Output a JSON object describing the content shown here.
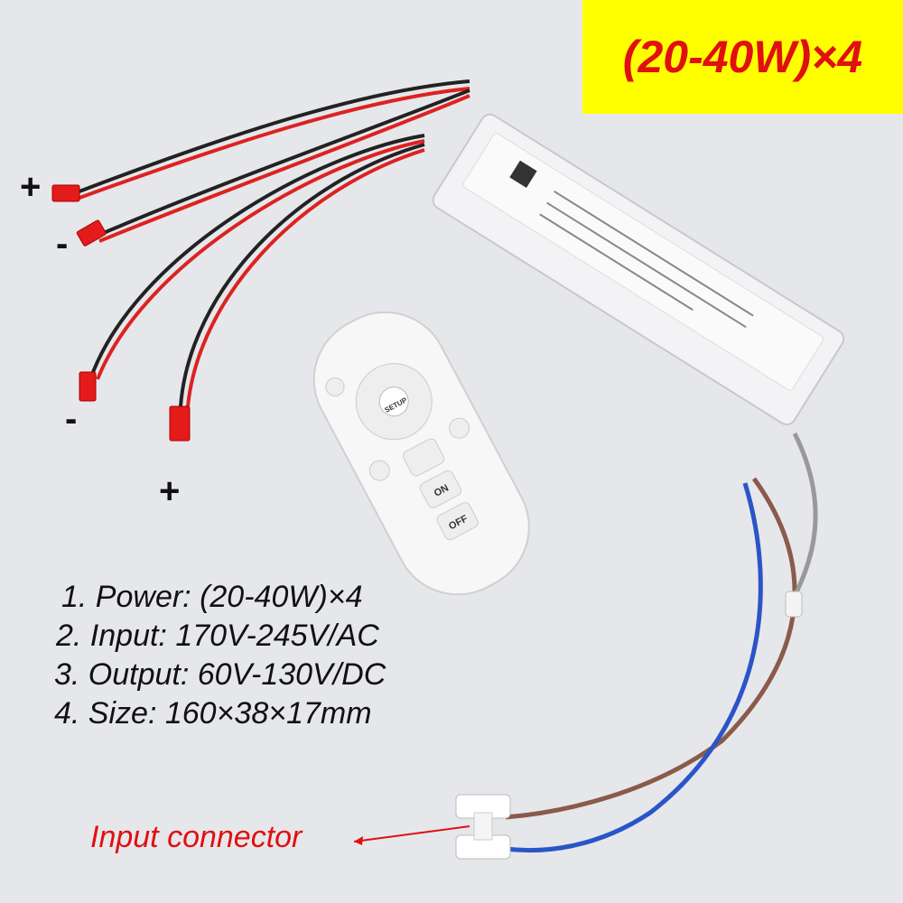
{
  "badge": {
    "text": "(20-40W)×4",
    "background": "#ffff00",
    "color": "#e01010"
  },
  "terminals": {
    "plus": "+",
    "minus": "-"
  },
  "specs": [
    "1. Power: (20-40W)×4",
    "2. Input: 170V-245V/AC",
    "3. Output: 60V-130V/DC",
    "4. Size: 160×38×17mm"
  ],
  "connector_label": "Input connector",
  "remote": {
    "on_label": "ON",
    "off_label": "OFF",
    "setup_label": "SETUP"
  }
}
